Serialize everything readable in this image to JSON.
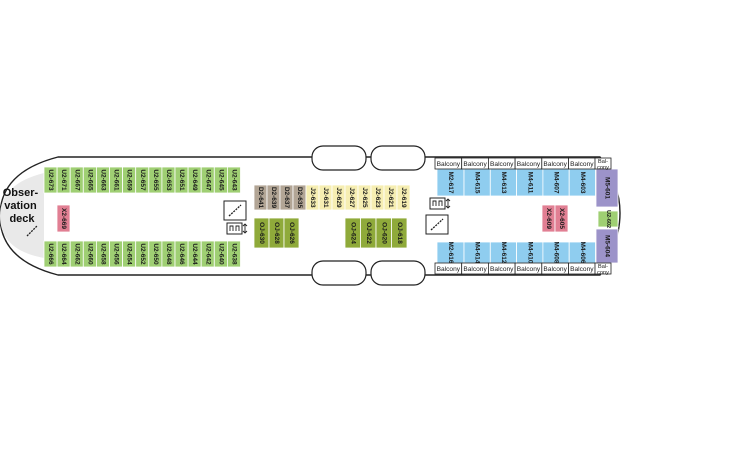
{
  "observation": {
    "line1": "Obser-",
    "line2": "vation",
    "line3": "deck"
  },
  "balcony_label": "Balcony",
  "balcony_small_line1": "Bal-",
  "balcony_small_line2": "cony",
  "colors": {
    "green": "#9fcf73",
    "pink": "#e17f93",
    "tan": "#b2a595",
    "cream": "#f6eeb2",
    "olive": "#8faa3a",
    "blue": "#8fcdef",
    "purple": "#9c93c9",
    "outline": "#222222"
  },
  "cabins": {
    "aft_top": [
      "U2-673",
      "U2-671",
      "U2-667",
      "U2-665",
      "U2-663",
      "U2-661",
      "U2-659",
      "U2-657",
      "U2-655",
      "U2-653",
      "U2-651",
      "U2-649",
      "U2-647",
      "U2-645",
      "U2-643"
    ],
    "aft_bottom": [
      "U2-666",
      "U2-664",
      "U2-662",
      "U2-660",
      "U2-658",
      "U2-656",
      "U2-654",
      "U2-652",
      "U2-650",
      "U2-648",
      "U2-646",
      "U2-644",
      "U2-642",
      "U2-640",
      "U2-638"
    ],
    "aft_single": "X2-669",
    "mid_tan": [
      "D2-641",
      "D2-639",
      "D2-637",
      "D2-635"
    ],
    "mid_cream": [
      "J2-633",
      "J2-631",
      "J2-629",
      "J2-627",
      "J2-625",
      "J2-623",
      "J2-621",
      "J2-619"
    ],
    "mid_olive_left": [
      "OJ-630",
      "OJ-628",
      "OJ-626"
    ],
    "mid_olive_right": [
      "OJ-624",
      "OJ-622",
      "OJ-620",
      "OJ-618"
    ],
    "fwd_top_m2": "M2-617",
    "fwd_top_m4": [
      "M4-615",
      "M4-613",
      "M4-611",
      "M4-607",
      "M4-603"
    ],
    "fwd_bottom_m2": "M2-616",
    "fwd_bottom_m4": [
      "M4-614",
      "M4-612",
      "M4-610",
      "M4-608",
      "M4-606"
    ],
    "fwd_pink": [
      "X2-609",
      "X2-605"
    ],
    "fwd_purple_top": "M5-601",
    "fwd_purple_bottom": "M5-604",
    "fwd_green_single": "U2-602"
  }
}
